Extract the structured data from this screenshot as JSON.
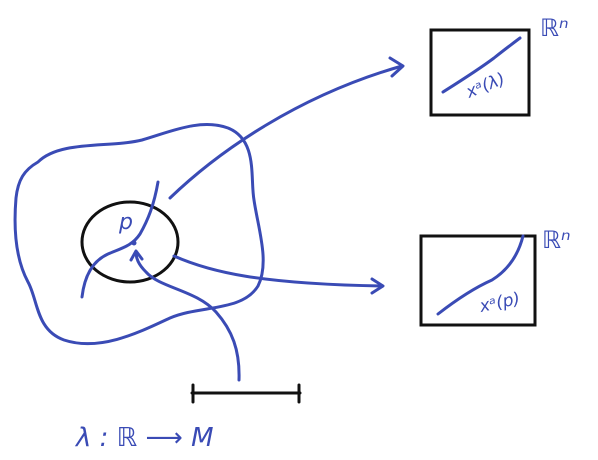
{
  "labels": {
    "point": "p",
    "chart_top": "xᵃ(λ)",
    "chart_bottom": "xᵃ(p)",
    "space_top": "ℝⁿ",
    "space_bottom": "ℝⁿ",
    "curve_def": "λ : ℝ ⟶ M"
  },
  "colors": {
    "ink_blue": "#3a4bb5",
    "ink_black": "#111111"
  }
}
